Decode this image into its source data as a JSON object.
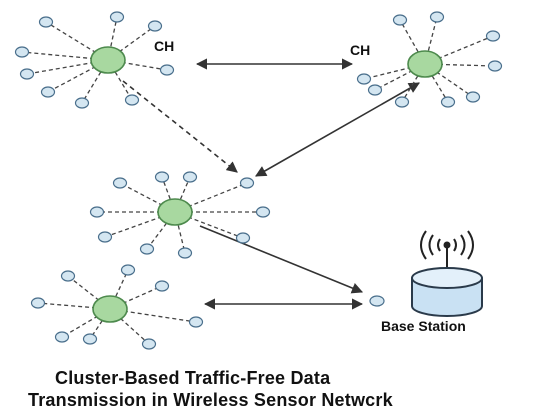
{
  "labels": {
    "ch1": "CH",
    "ch2": "CH",
    "base_station": "Base Station"
  },
  "caption": {
    "line1": "Cluster-Based Traffic-Free Data",
    "line2": "Transmission in Wireless Sensor Netwcrk"
  },
  "colors": {
    "cluster_head_fill": "#a8d8a0",
    "cluster_head_stroke": "#4d8a4d",
    "sensor_fill": "#d4e6f1",
    "sensor_stroke": "#4a6f8c",
    "link_color": "#333333",
    "base_station_fill": "#c9e1f3",
    "base_station_stroke": "#2a3a4a"
  },
  "icons": {
    "base_station": "antenna-cylinder-icon",
    "signal": "wireless-signal-icon"
  }
}
